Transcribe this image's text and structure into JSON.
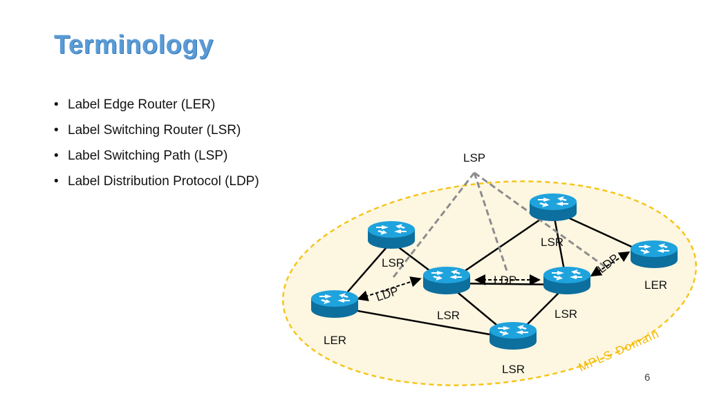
{
  "slide": {
    "title": "Terminology",
    "bullets": [
      "Label Edge Router (LER)",
      "Label Switching Router (LSR)",
      "Label Switching Path (LSP)",
      "Label Distribution Protocol (LDP)"
    ],
    "page_number": "6"
  },
  "diagram": {
    "domain_label": "MPLS Domain",
    "lsp_label": "LSP",
    "routers": [
      {
        "id": "r-top-left",
        "label": "LSR"
      },
      {
        "id": "r-top-right",
        "label": "LSR"
      },
      {
        "id": "r-center",
        "label": "LSR"
      },
      {
        "id": "r-mid-right",
        "label": "LSR"
      },
      {
        "id": "r-bottom",
        "label": "LSR"
      },
      {
        "id": "r-left",
        "label": "LER"
      },
      {
        "id": "r-right",
        "label": "LER"
      }
    ],
    "ldp_labels": [
      "LDP",
      "LDP",
      "LDP"
    ],
    "colors": {
      "domain_fill": "#fdf6e1",
      "domain_border": "#f5c518",
      "router_body": "#1a9ad6",
      "router_dark": "#0d6f9e",
      "domain_text": "#f5b800",
      "lsp_dash": "#8c8c8c",
      "title": "#5b9bd5"
    },
    "icon": "router-icon"
  }
}
